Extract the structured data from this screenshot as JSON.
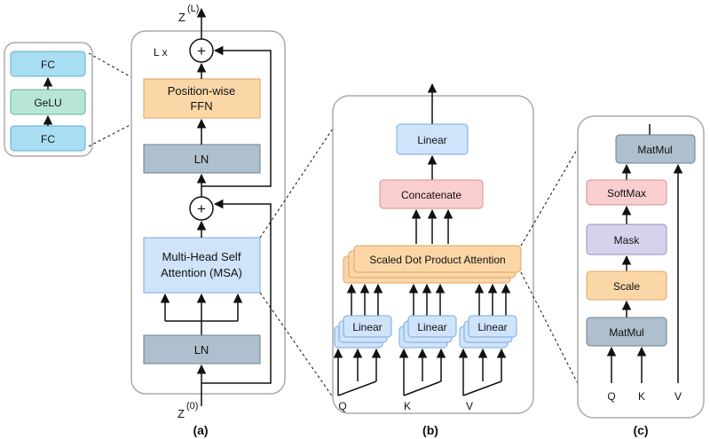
{
  "panel_a": {
    "caption": "(a)",
    "top_label": "Z",
    "top_sup": "(L)",
    "bottom_label": "Z",
    "bottom_sup": "(0)",
    "repeat_label": "L x",
    "plus": "+",
    "ffn_line1": "Position-wise",
    "ffn_line2": "FFN",
    "ln": "LN",
    "msa_line1": "Multi-Head Self",
    "msa_line2": "Attention (MSA)"
  },
  "ffn_detail": {
    "fc": "FC",
    "gelu": "GeLU"
  },
  "panel_b": {
    "caption": "(b)",
    "linear": "Linear",
    "concatenate": "Concatenate",
    "sdpa": "Scaled Dot Product Attention",
    "inputs": [
      "Q",
      "K",
      "V"
    ]
  },
  "panel_c": {
    "caption": "(c)",
    "matmul": "MatMul",
    "softmax": "SoftMax",
    "mask": "Mask",
    "scale": "Scale",
    "inputs": [
      "Q",
      "K",
      "V"
    ]
  },
  "colors": {
    "orange_fill": "#fbd7a8",
    "orange_stroke": "#e0a163",
    "blue_fill": "#cfe4fb",
    "blue_stroke": "#7aa8d8",
    "cyan_fill": "#a9def2",
    "cyan_stroke": "#5aaed0",
    "gray_fill": "#aebfcd",
    "gray_stroke": "#6e7f8c",
    "pink_fill": "#f9cece",
    "pink_stroke": "#d98c8c",
    "purple_fill": "#d6d2ec",
    "purple_stroke": "#9990c2",
    "teal_fill": "#b7e6d8",
    "teal_stroke": "#5fb39b"
  }
}
